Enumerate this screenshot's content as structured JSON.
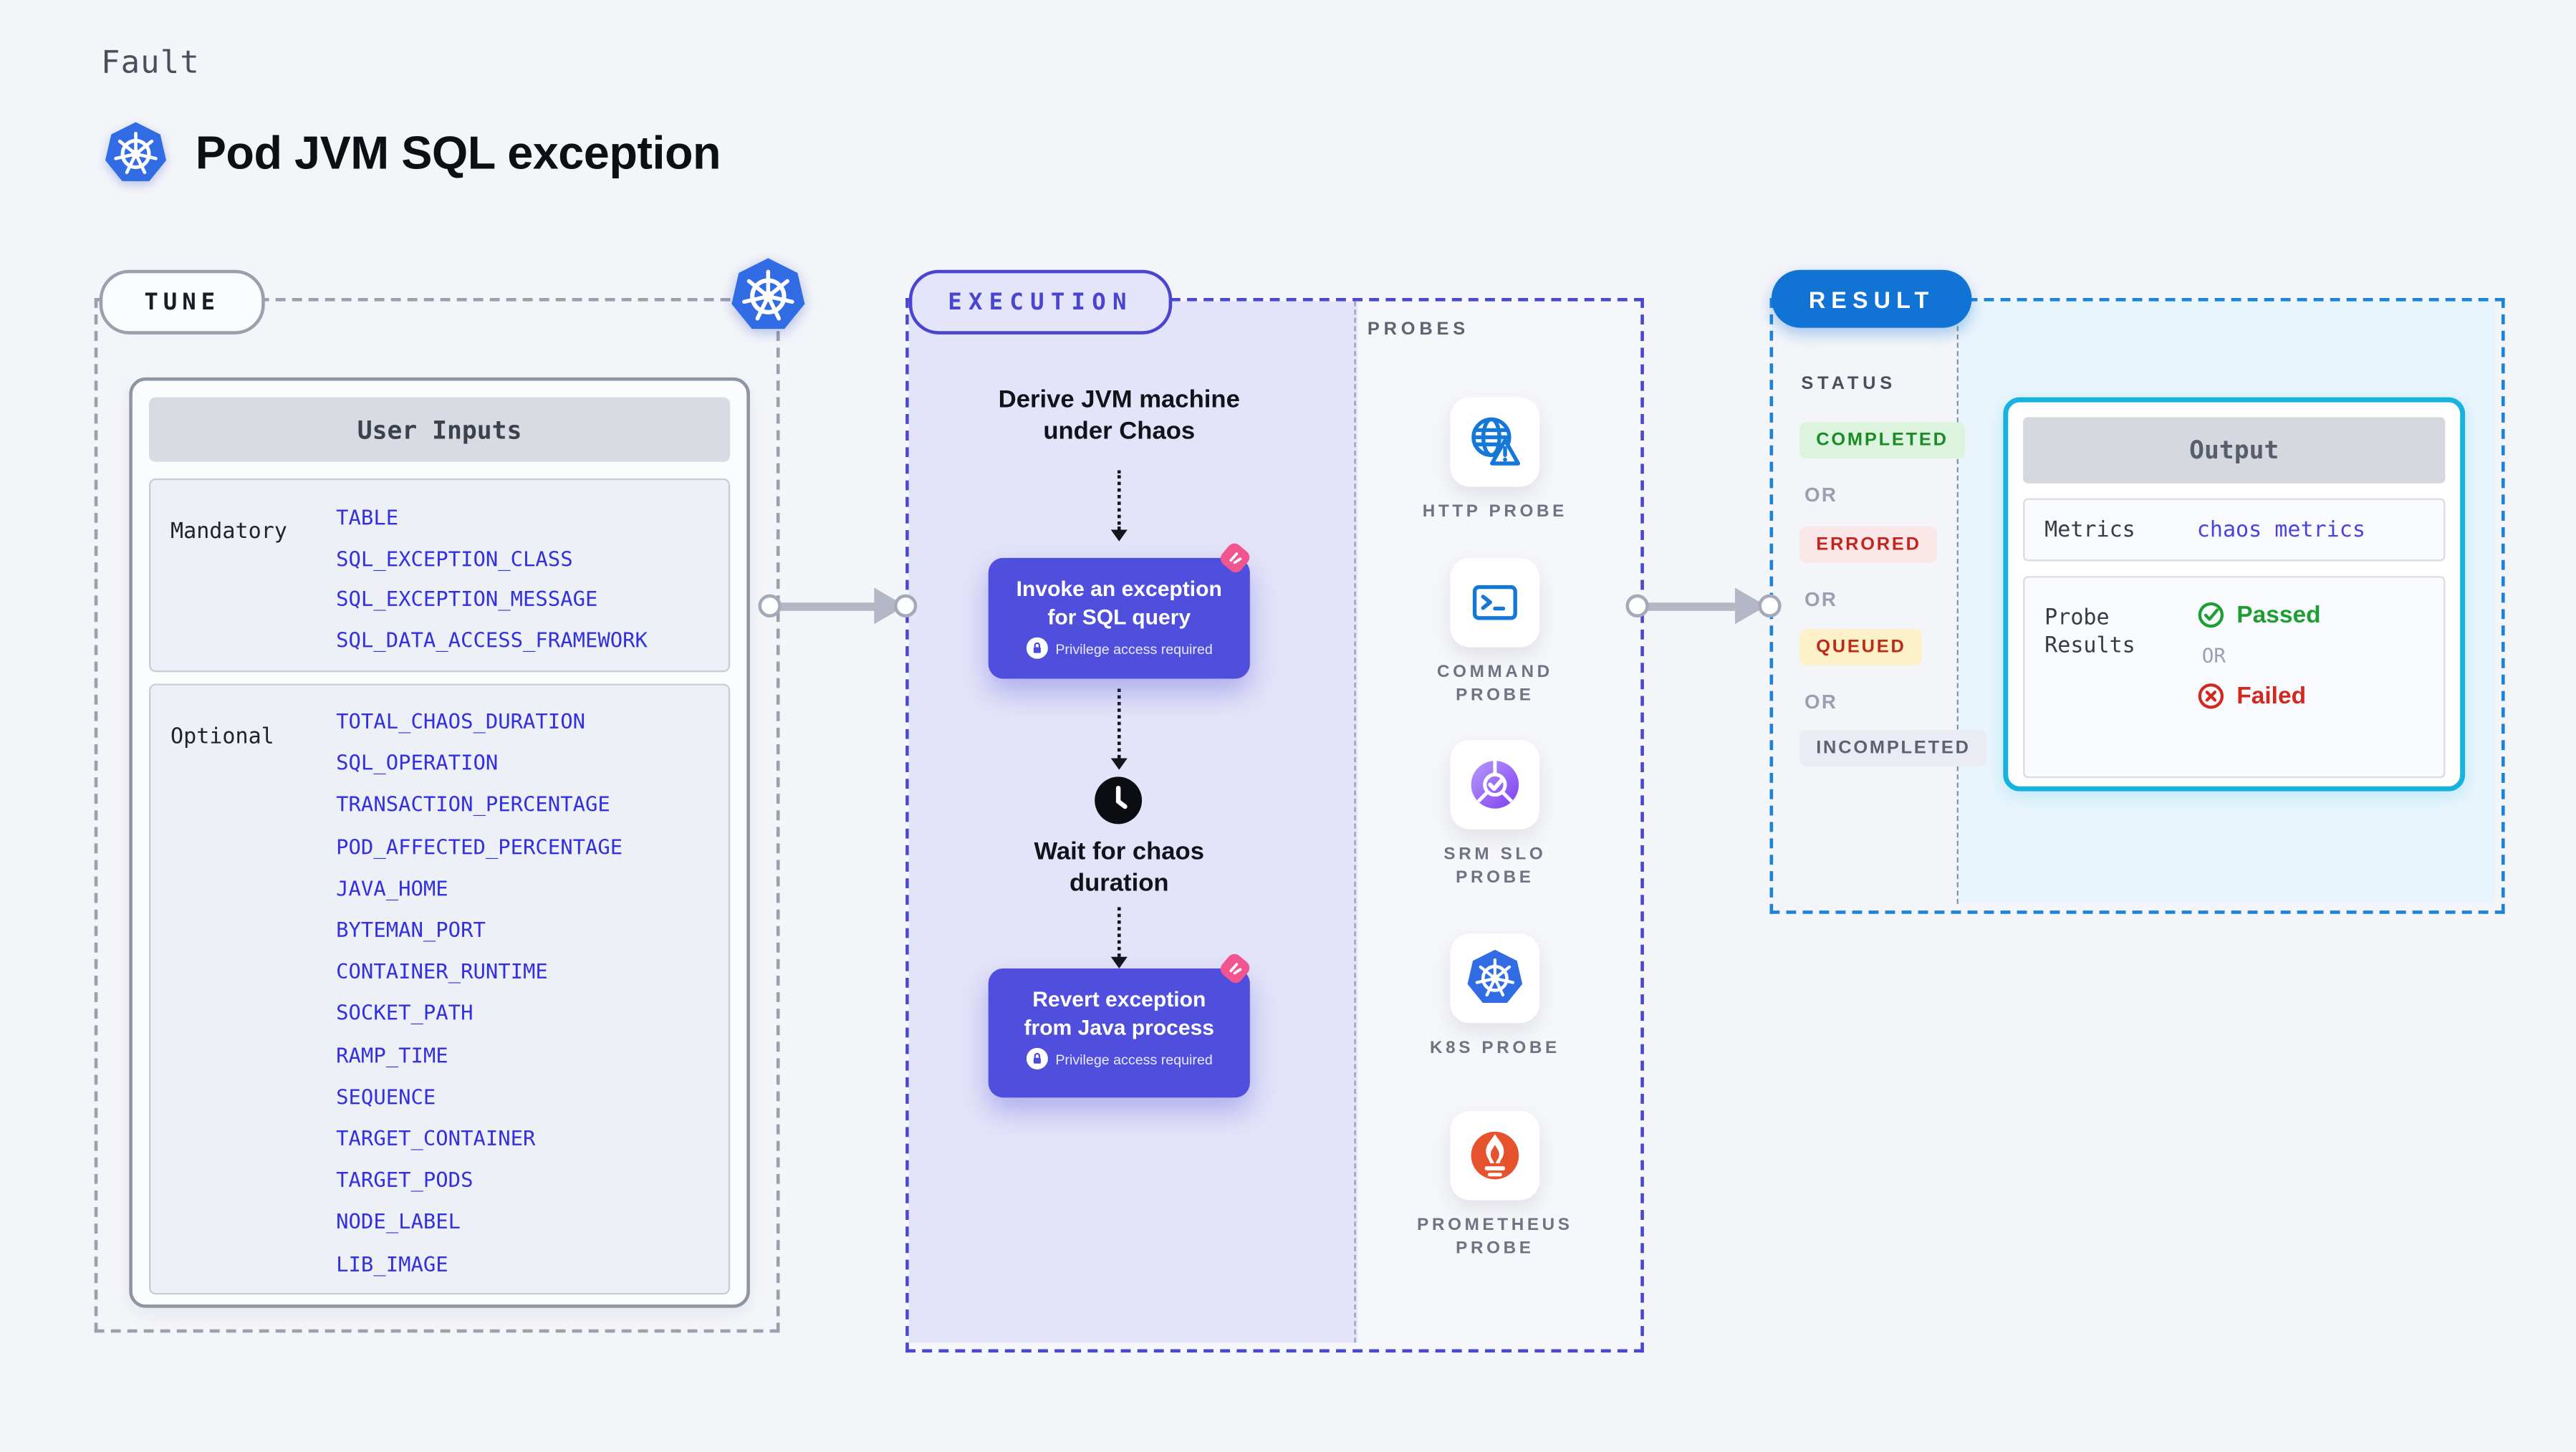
{
  "header": {
    "kicker": "Fault",
    "title": "Pod JVM SQL exception"
  },
  "tune": {
    "label": "TUNE",
    "table_title": "User Inputs",
    "mandatory_label": "Mandatory",
    "mandatory_params": [
      "TABLE",
      "SQL_EXCEPTION_CLASS",
      "SQL_EXCEPTION_MESSAGE",
      "SQL_DATA_ACCESS_FRAMEWORK"
    ],
    "optional_label": "Optional",
    "optional_params": [
      "TOTAL_CHAOS_DURATION",
      "SQL_OPERATION",
      "TRANSACTION_PERCENTAGE",
      "POD_AFFECTED_PERCENTAGE",
      "JAVA_HOME",
      "BYTEMAN_PORT",
      "CONTAINER_RUNTIME",
      "SOCKET_PATH",
      "RAMP_TIME",
      "SEQUENCE",
      "TARGET_CONTAINER",
      "TARGET_PODS",
      "NODE_LABEL",
      "LIB_IMAGE"
    ]
  },
  "execution": {
    "label": "EXECUTION",
    "derive_label": "Derive JVM machine\nunder Chaos",
    "invoke_label": "Invoke an exception\nfor SQL query",
    "wait_label": "Wait for chaos\nduration",
    "revert_label": "Revert exception\nfrom Java process",
    "privilege_note": "Privilege access required"
  },
  "probes": {
    "label": "PROBES",
    "items": [
      {
        "name": "HTTP PROBE",
        "icon": "http-probe-icon"
      },
      {
        "name": "COMMAND\nPROBE",
        "icon": "command-probe-icon"
      },
      {
        "name": "SRM SLO\nPROBE",
        "icon": "srm-slo-probe-icon"
      },
      {
        "name": "K8S PROBE",
        "icon": "k8s-probe-icon"
      },
      {
        "name": "PROMETHEUS\nPROBE",
        "icon": "prometheus-probe-icon"
      }
    ]
  },
  "result": {
    "label": "RESULT",
    "status_label": "STATUS",
    "or_label": "OR",
    "statuses": [
      {
        "text": "COMPLETED",
        "type": "completed"
      },
      {
        "text": "ERRORED",
        "type": "errored"
      },
      {
        "text": "QUEUED",
        "type": "queued"
      },
      {
        "text": "INCOMPLETED",
        "type": "incompleted"
      }
    ],
    "output": {
      "title": "Output",
      "metrics_label": "Metrics",
      "metrics_value": "chaos metrics",
      "probe_results_label": "Probe\nResults",
      "passed_label": "Passed",
      "or_label": "OR",
      "failed_label": "Failed"
    }
  },
  "colors": {
    "page_bg": "#F4F5F9",
    "kubernetes_blue": "#326CE5",
    "execution_indigo": "#4B48CF",
    "execution_bg": "#E3E3F9",
    "action_box": "#504EDD",
    "litmus_pink": "#F1558F",
    "result_blue": "#1173D4",
    "output_border_cyan": "#16B2E0",
    "output_bg": "#E8F5FC",
    "passed_green": "#1D9E33",
    "failed_red": "#D3281F",
    "queued_yellow": "#FDF1CA",
    "probe_icon_blue": "#1577D6",
    "prometheus_orange": "#E6522C",
    "srm_purple": "#7E3FF2"
  }
}
